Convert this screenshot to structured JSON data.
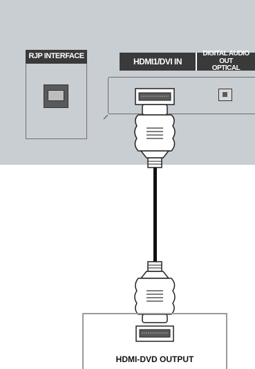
{
  "labels": {
    "rjp_interface": "RJP INTERFACE",
    "hdmi_in": "HDMI1/DVI IN",
    "digital_audio_line1": "DIGITAL AUDIO OUT",
    "digital_audio_line2": "OPTICAL",
    "hdmi_dvd_output": "HDMI-DVD OUTPUT"
  },
  "colors": {
    "panel": "#c9ced3",
    "label_background": "#3a3a3a",
    "cable": "#111111"
  }
}
